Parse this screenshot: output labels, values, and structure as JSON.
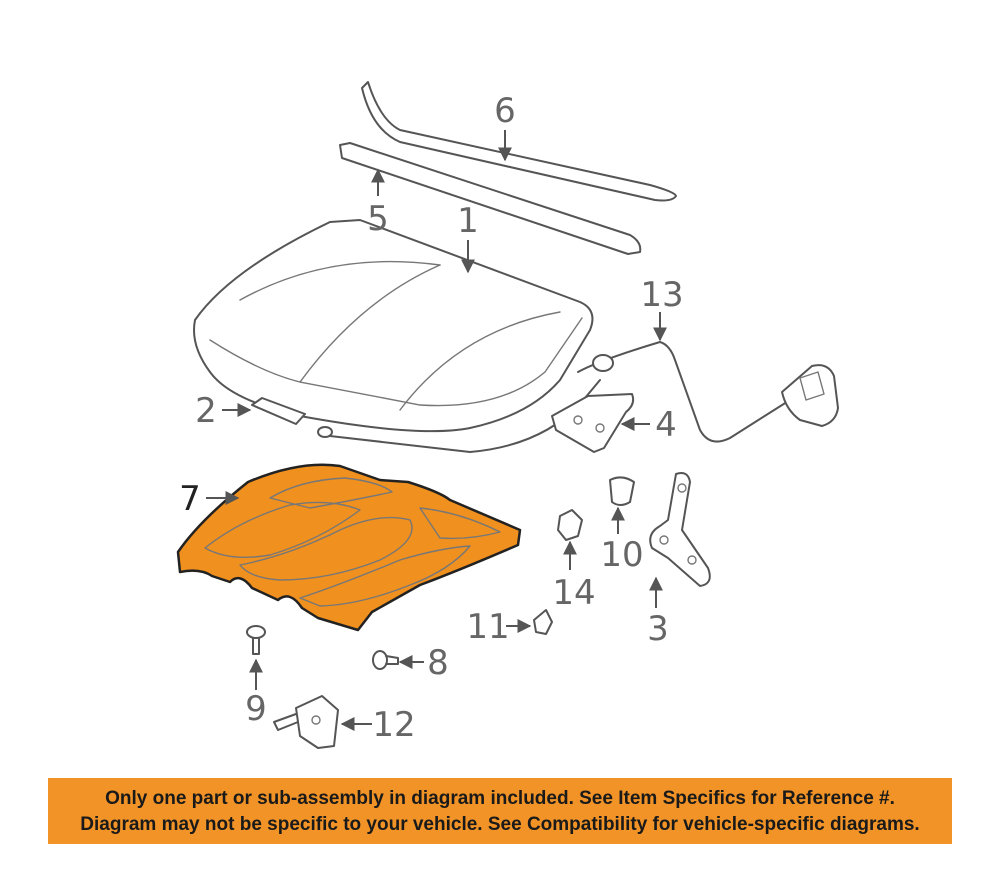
{
  "callouts": {
    "c1": "1",
    "c2": "2",
    "c3": "3",
    "c4": "4",
    "c5": "5",
    "c6": "6",
    "c7": "7",
    "c8": "8",
    "c9": "9",
    "c10": "10",
    "c11": "11",
    "c12": "12",
    "c13": "13",
    "c14": "14"
  },
  "highlight_color": "#f0901e",
  "notice": {
    "line1": "Only one part or sub-assembly in diagram included. See Item Specifics for Reference #.",
    "line2": "Diagram may not be specific to your vehicle. See Compatibility for vehicle-specific diagrams.",
    "background": "#f19326"
  }
}
